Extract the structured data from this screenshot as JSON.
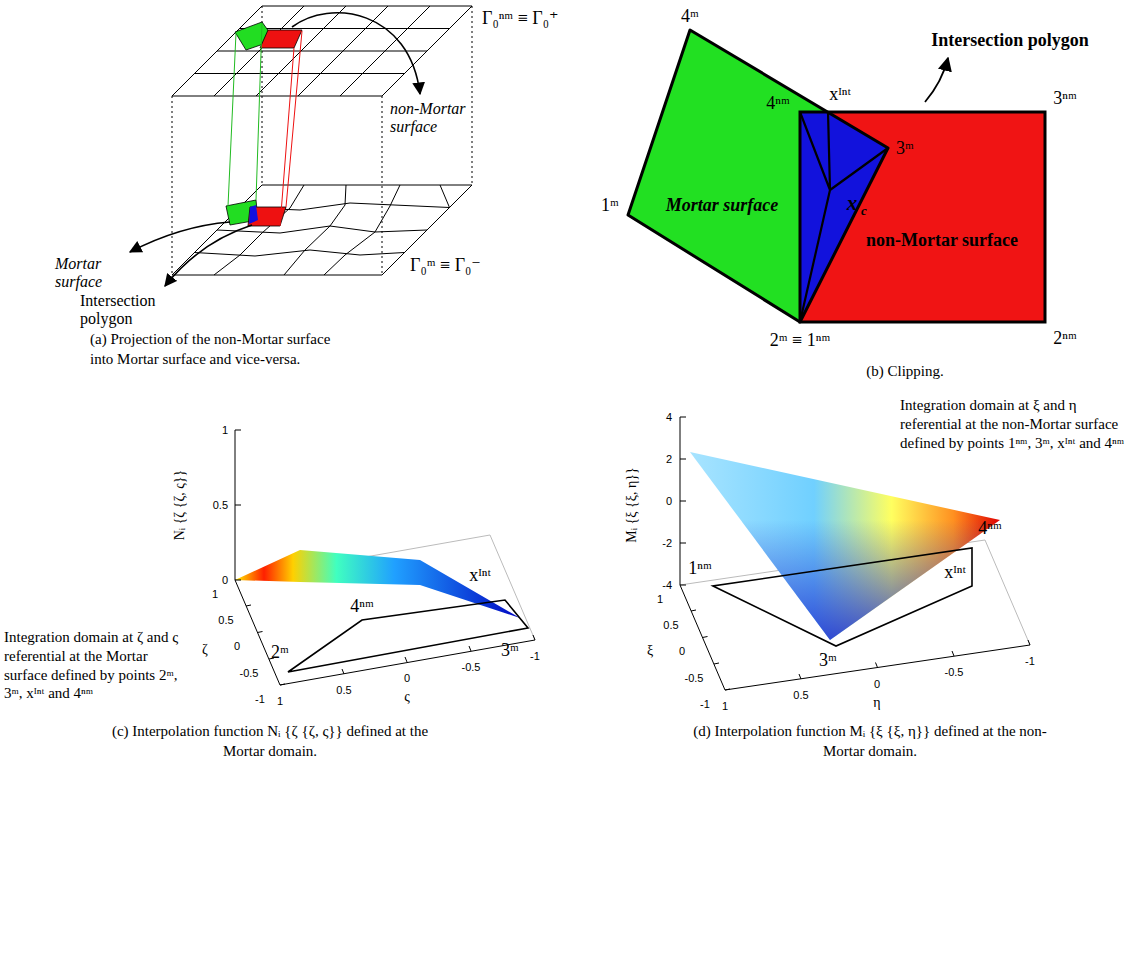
{
  "diagram": {
    "labels": [
      "Γ₀ⁿᵐ ≡ Γ₀⁺",
      "non-Mortar surface",
      "Mortar surface",
      "Intersection polygon",
      "Γ₀ᵐ ≡ Γ₀⁻",
      "(a) Projection of the non-Mortar surface into Mortar surface and vice-versa.",
      "4ᵐ",
      "Intersection polygon",
      "xᴵⁿᵗ",
      "4ⁿᵐ",
      "3ⁿᵐ",
      "3ᵐ",
      "x",
      "c",
      "Mortar surface",
      "1ᵐ",
      "non-Mortar surface",
      "2ᵐ ≡ 1ⁿᵐ",
      "2ⁿᵐ",
      "(b) Clipping.",
      "Nᵢ {ζ {ζ, ς}}",
      "1",
      "0.5",
      "0",
      "1",
      "0.5",
      "0",
      "-0.5",
      "-1",
      "ζ",
      "1",
      "0.5",
      "0",
      "-0.5",
      "-1",
      "ς",
      "4ⁿᵐ",
      "xᴵⁿᵗ",
      "3ᵐ",
      "2ᵐ",
      "Integration domain at ζ and ς referential at the Mortar surface defined by points 2ᵐ, 3ᵐ, xᴵⁿᵗ and 4ⁿᵐ",
      "(c) Interpolation function Nᵢ {ζ {ζ, ς}} defined at the Mortar domain.",
      "Mᵢ {ξ {ξ, η}}",
      "4",
      "2",
      "0",
      "-2",
      "-4",
      "1",
      "0.5",
      "0",
      "-0.5",
      "-1",
      "ξ",
      "1",
      "0.5",
      "0",
      "-0.5",
      "-1",
      "η",
      "1ⁿᵐ",
      "3ᵐ",
      "xᴵⁿᵗ",
      "4ⁿᵐ",
      "Integration domain at ξ and η referential at the non-Mortar surface defined by points 1ⁿᵐ, 3ᵐ, xᴵⁿᵗ and 4ⁿᵐ",
      "(d) Interpolation function Mᵢ {ξ {ξ, η}} defined at the non-Mortar domain."
    ]
  }
}
